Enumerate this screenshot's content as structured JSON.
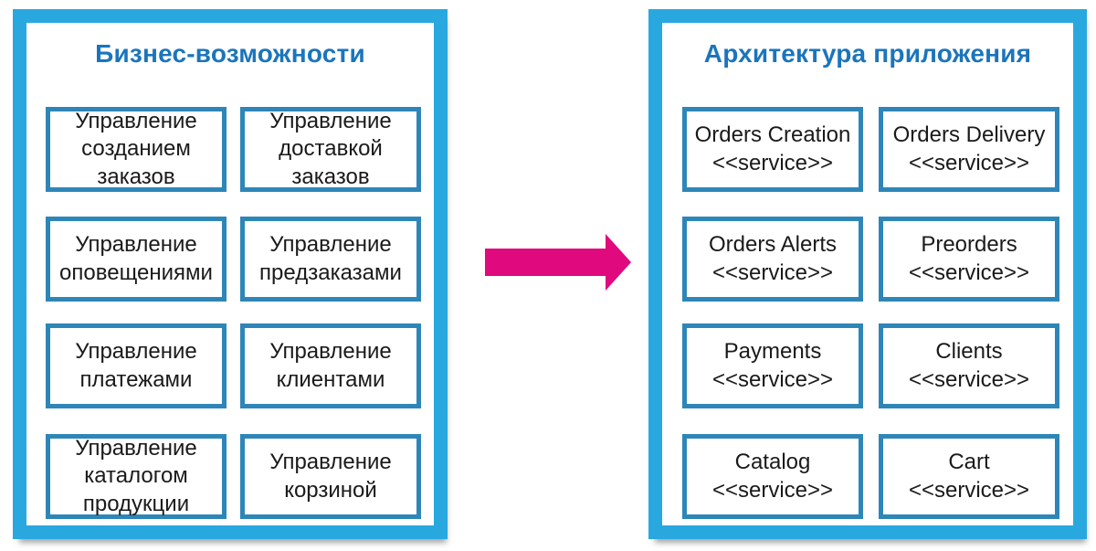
{
  "left_panel": {
    "title": "Бизнес-возможности",
    "boxes": [
      {
        "label": "Управление созданием заказов"
      },
      {
        "label": "Управление доставкой заказов"
      },
      {
        "label": "Управление оповещениями"
      },
      {
        "label": "Управление предзаказами"
      },
      {
        "label": "Управление платежами"
      },
      {
        "label": "Управление клиентами"
      },
      {
        "label": "Управление каталогом продукции"
      },
      {
        "label": "Управление корзиной"
      }
    ]
  },
  "right_panel": {
    "title": "Архитектура приложения",
    "boxes": [
      {
        "name": "Orders Creation",
        "stereotype": "<<service>>"
      },
      {
        "name": "Orders Delivery",
        "stereotype": "<<service>>"
      },
      {
        "name": "Orders Alerts",
        "stereotype": "<<service>>"
      },
      {
        "name": "Preorders",
        "stereotype": "<<service>>"
      },
      {
        "name": "Payments",
        "stereotype": "<<service>>"
      },
      {
        "name": "Clients",
        "stereotype": "<<service>>"
      },
      {
        "name": "Catalog",
        "stereotype": "<<service>>"
      },
      {
        "name": "Cart",
        "stereotype": "<<service>>"
      }
    ]
  },
  "arrow": {
    "icon": "right-arrow",
    "direction": "left-to-right"
  },
  "colors": {
    "panel_border": "#29A8E0",
    "box_border": "#2E86B8",
    "title_text": "#1B75BC",
    "box_text": "#1A1A1A",
    "arrow": "#E0097E",
    "background": "#FFFFFF"
  }
}
